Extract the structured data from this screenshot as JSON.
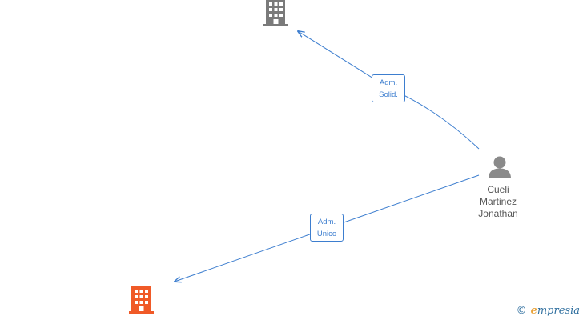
{
  "colors": {
    "edge": "#3d7ecf",
    "company_gray": "#7a7a7a",
    "company_orange": "#f05a28",
    "person": "#8a8a8a",
    "watermark_blue": "#2f6f9f",
    "watermark_orange": "#e8a33b"
  },
  "nodes": {
    "company_top": {
      "icon": "building-icon"
    },
    "company_bottom": {
      "icon": "building-icon"
    },
    "person": {
      "icon": "person-icon",
      "name_lines": [
        "Cueli",
        "Martinez",
        "Jonathan"
      ]
    }
  },
  "edges": [
    {
      "from": "person",
      "to": "company_top",
      "label_lines": [
        "Adm.",
        "Solid."
      ]
    },
    {
      "from": "person",
      "to": "company_bottom",
      "label_lines": [
        "Adm.",
        "Unico"
      ]
    }
  ],
  "watermark": {
    "copyright_symbol": "©",
    "brand_initial": "e",
    "brand_rest": "mpresia"
  }
}
